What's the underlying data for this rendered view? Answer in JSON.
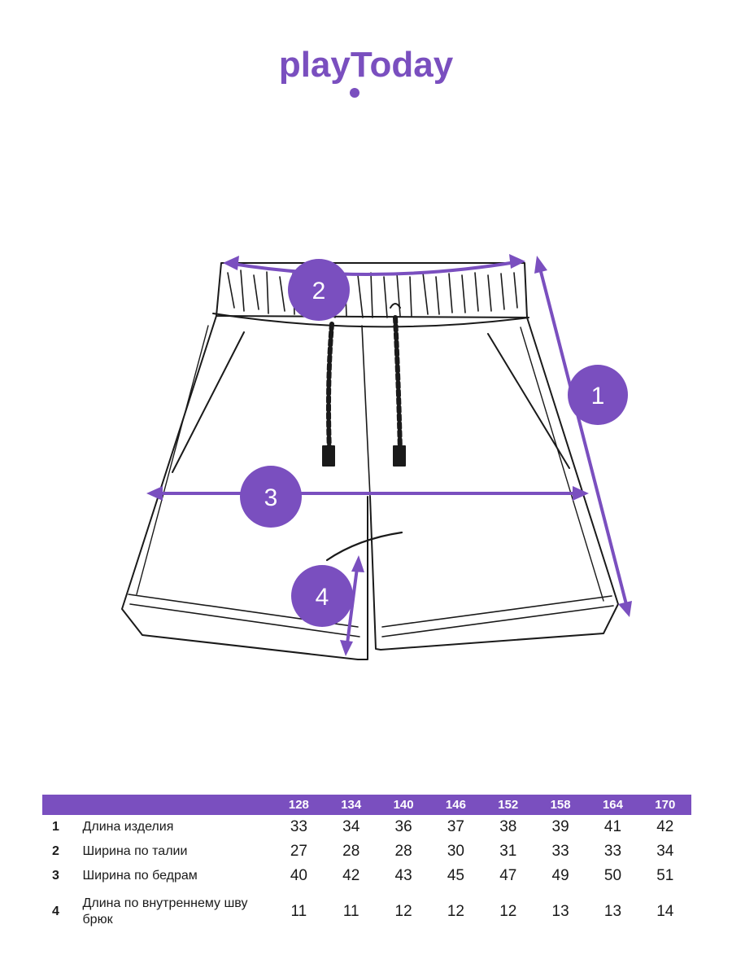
{
  "brand": {
    "logo_text": "playToday",
    "accent_color": "#7a4fbf"
  },
  "diagram": {
    "markers": [
      "1",
      "2",
      "3",
      "4"
    ]
  },
  "table": {
    "header_color": "#7a4fbf",
    "sizes": [
      "128",
      "134",
      "140",
      "146",
      "152",
      "158",
      "164",
      "170"
    ],
    "rows": [
      {
        "num": "1",
        "name": "Длина изделия",
        "values": [
          "33",
          "34",
          "36",
          "37",
          "38",
          "39",
          "41",
          "42"
        ]
      },
      {
        "num": "2",
        "name": "Ширина по талии",
        "values": [
          "27",
          "28",
          "28",
          "30",
          "31",
          "33",
          "33",
          "34"
        ]
      },
      {
        "num": "3",
        "name": "Ширина по бедрам",
        "values": [
          "40",
          "42",
          "43",
          "45",
          "47",
          "49",
          "50",
          "51"
        ]
      },
      {
        "num": "4",
        "name": "Длина по внутреннему шву брюк",
        "values": [
          "11",
          "11",
          "12",
          "12",
          "12",
          "13",
          "13",
          "14"
        ]
      }
    ]
  }
}
